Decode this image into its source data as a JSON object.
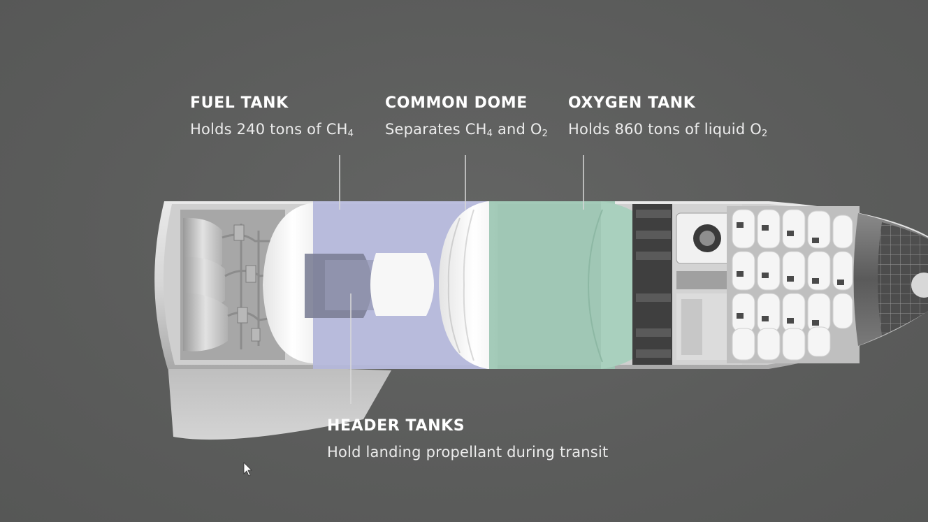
{
  "colors": {
    "background": "#5d5e5d",
    "text": "#ffffff",
    "leader_line": "#d9d9d9",
    "fuel_tank_tint": "#aeb2d8",
    "oxygen_tank_tint": "#9cc7b3"
  },
  "labels": {
    "fuel_tank": {
      "title": "FUEL TANK",
      "desc_main": "Holds 240 tons of CH",
      "desc_sub": "4"
    },
    "common_dome": {
      "title": "COMMON DOME",
      "desc_main": "Separates CH",
      "desc_sub1": "4",
      "desc_mid": " and O",
      "desc_sub2": "2"
    },
    "oxygen_tank": {
      "title": "OXYGEN TANK",
      "desc_main": "Holds 860 tons of liquid O",
      "desc_sub": "2"
    },
    "header_tanks": {
      "title": "HEADER TANKS",
      "desc": "Hold landing propellant during transit"
    }
  },
  "icons": {
    "cursor": "mouse-pointer-icon"
  }
}
